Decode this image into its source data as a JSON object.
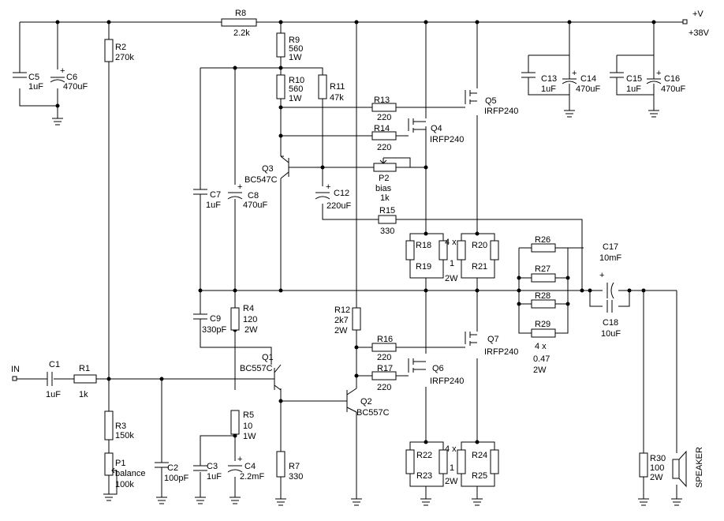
{
  "labels": {
    "vplus": "+V",
    "vplus_value": "+38V",
    "input": "IN",
    "speaker": "SPEAKER",
    "note_r18_21_count": "4 x",
    "note_r18_21_value": "1",
    "note_r18_21_power": "2W",
    "note_r22_25_count": "4 x",
    "note_r22_25_value": "1",
    "note_r22_25_power": "2W",
    "note_r26_29_count": "4 x",
    "note_r26_29_value": "0.47",
    "note_r26_29_power": "2W"
  },
  "components": [
    {
      "ref": "R8",
      "value": "2.2k"
    },
    {
      "ref": "R9",
      "value": "560",
      "extra": "1W"
    },
    {
      "ref": "R2",
      "value": "270k"
    },
    {
      "ref": "C5",
      "value": "1uF"
    },
    {
      "ref": "C6",
      "value": "470uF"
    },
    {
      "ref": "R10",
      "value": "560",
      "extra": "1W"
    },
    {
      "ref": "R11",
      "value": "47k"
    },
    {
      "ref": "R13",
      "value": "220"
    },
    {
      "ref": "Q5",
      "value": "IRFP240"
    },
    {
      "ref": "R14",
      "value": "220"
    },
    {
      "ref": "Q4",
      "value": "IRFP240"
    },
    {
      "ref": "Q3",
      "value": "BC547C"
    },
    {
      "ref": "P2",
      "value": "bias",
      "extra": "1k"
    },
    {
      "ref": "C7",
      "value": "1uF"
    },
    {
      "ref": "C8",
      "value": "470uF"
    },
    {
      "ref": "C12",
      "value": "220uF"
    },
    {
      "ref": "R15",
      "value": "330"
    },
    {
      "ref": "C13",
      "value": "1uF"
    },
    {
      "ref": "C14",
      "value": "470uF"
    },
    {
      "ref": "C15",
      "value": "1uF"
    },
    {
      "ref": "C16",
      "value": "470uF"
    },
    {
      "ref": "R18"
    },
    {
      "ref": "R19"
    },
    {
      "ref": "R20"
    },
    {
      "ref": "R21"
    },
    {
      "ref": "R26"
    },
    {
      "ref": "R27"
    },
    {
      "ref": "R28"
    },
    {
      "ref": "R29"
    },
    {
      "ref": "C17",
      "value": "10mF"
    },
    {
      "ref": "C18",
      "value": "10uF"
    },
    {
      "ref": "C9",
      "value": "330pF"
    },
    {
      "ref": "R4",
      "value": "120",
      "extra": "2W"
    },
    {
      "ref": "R12",
      "value": "2k7",
      "extra": "2W"
    },
    {
      "ref": "R16",
      "value": "220"
    },
    {
      "ref": "Q7",
      "value": "IRFP240"
    },
    {
      "ref": "R17",
      "value": "220"
    },
    {
      "ref": "Q6",
      "value": "IRFP240"
    },
    {
      "ref": "Q1",
      "value": "BC557C"
    },
    {
      "ref": "C1",
      "value": "1uF"
    },
    {
      "ref": "R1",
      "value": "1k"
    },
    {
      "ref": "Q2",
      "value": "BC557C"
    },
    {
      "ref": "R3",
      "value": "150k"
    },
    {
      "ref": "P1",
      "value": "balance",
      "extra": "100k"
    },
    {
      "ref": "C2",
      "value": "100pF"
    },
    {
      "ref": "R5",
      "value": "10",
      "extra": "1W"
    },
    {
      "ref": "C3",
      "value": "1uF"
    },
    {
      "ref": "C4",
      "value": "2.2mF"
    },
    {
      "ref": "R7",
      "value": "330"
    },
    {
      "ref": "R22"
    },
    {
      "ref": "R23"
    },
    {
      "ref": "R24"
    },
    {
      "ref": "R25"
    },
    {
      "ref": "R30",
      "value": "100",
      "extra": "2W"
    }
  ]
}
